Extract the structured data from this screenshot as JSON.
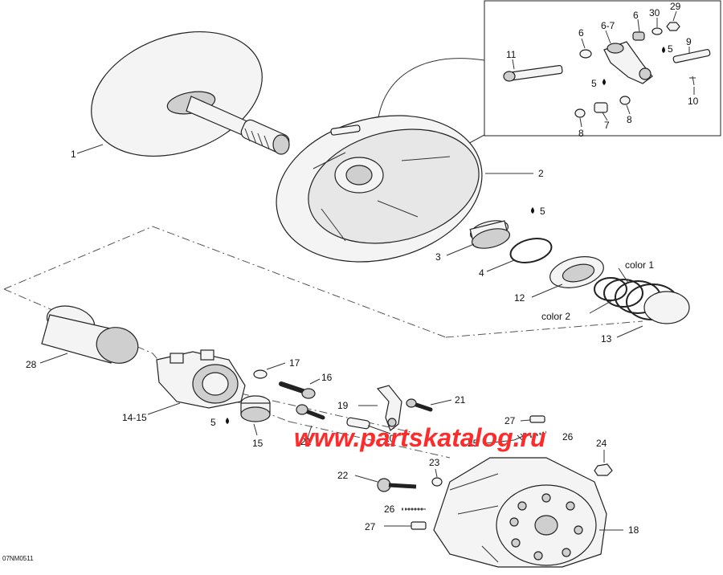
{
  "callouts": {
    "c1": "1",
    "c2": "2",
    "c3": "3",
    "c4": "4",
    "c5a": "5",
    "c5b": "5",
    "c5c": "5",
    "c6a": "6",
    "c6b": "6",
    "c67": "6-7",
    "c7": "7",
    "c8a": "8",
    "c8b": "8",
    "c9": "9",
    "c10": "10",
    "c11": "11",
    "c12": "12",
    "c13": "13",
    "c1415": "14-15",
    "c15": "15",
    "c16": "16",
    "c17": "17",
    "c18": "18",
    "c19": "19",
    "c20": "20",
    "c21a": "21",
    "c21b": "21",
    "c22": "22",
    "c23": "23",
    "c24": "24",
    "c25": "25",
    "c26a": "26",
    "c26b": "26",
    "c27a": "27",
    "c27b": "27",
    "c28": "28",
    "c29": "29",
    "c30": "30"
  },
  "labels": {
    "color1": "color 1",
    "color2": "color 2"
  },
  "drawing_code": "07NM0511",
  "watermark": "www.partskatalog.ru",
  "colors": {
    "watermark": "#ff2a2a",
    "line": "#222222"
  }
}
